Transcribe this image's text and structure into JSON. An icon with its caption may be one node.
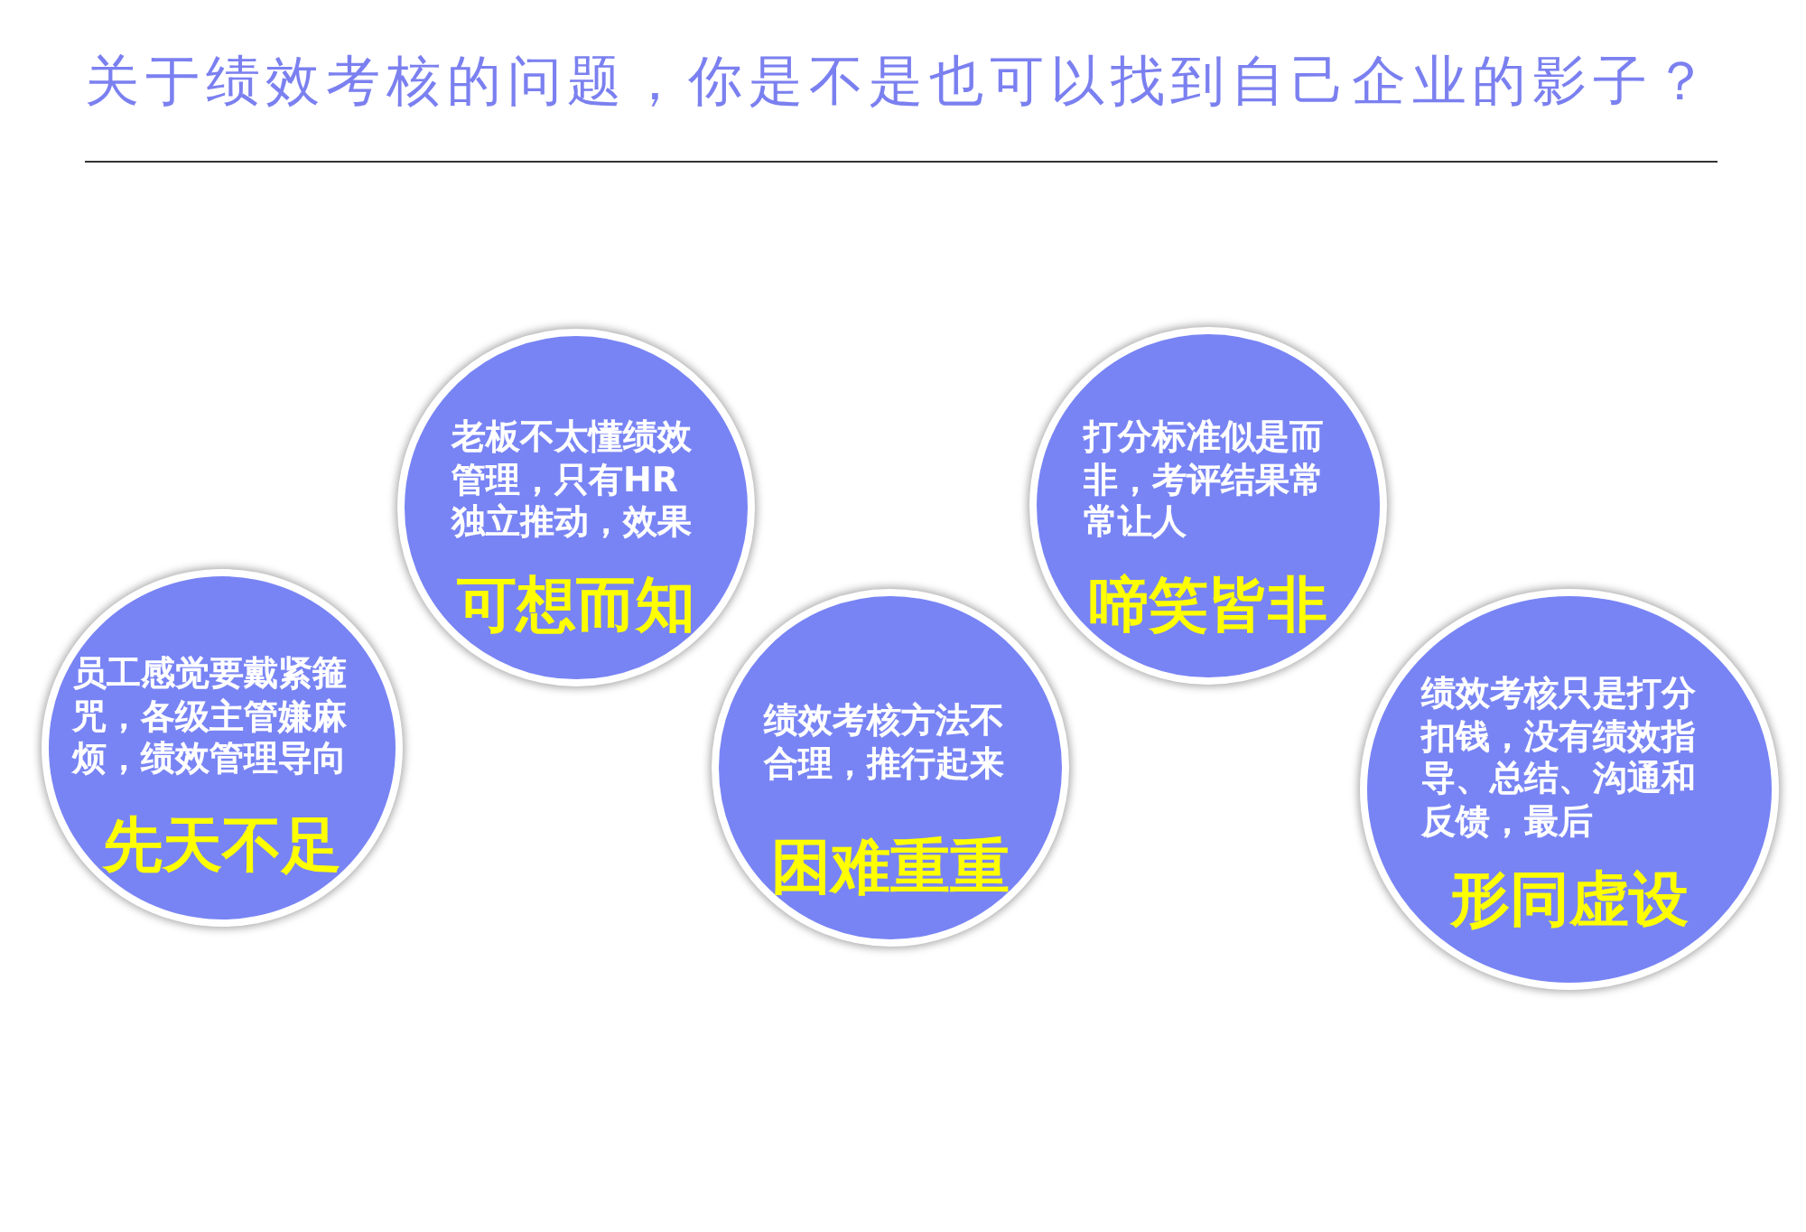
{
  "diagram": {
    "title": "关于绩效考核的问题，你是不是也可以找到自己企业的影子？",
    "nodes": [
      {
        "text": [
          "员工感觉要戴紧箍咒，各级主管嫌麻烦，绩效管理导向",
          "先天不足"
        ]
      },
      {
        "text": [
          "老板不太懂绩效管理，只有HR独立推动，效果",
          "可想而知"
        ]
      },
      {
        "text": [
          "绩效考核方法不合理，推行起来",
          "困难重重"
        ]
      },
      {
        "text": [
          "打分标准似是而非，考评结果常常让人",
          "啼笑皆非"
        ]
      },
      {
        "text": [
          "绩效考核只是打分扣钱，没有绩效指导、总结、沟通和反馈，最后",
          "形同虚设"
        ]
      }
    ]
  }
}
